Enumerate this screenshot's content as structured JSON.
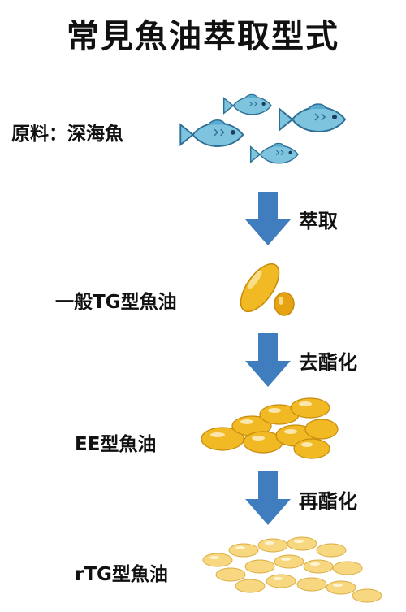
{
  "title": "常見魚油萃取型式",
  "raw_material": {
    "label": "原料：深海魚"
  },
  "steps": [
    {
      "label": "萃取"
    },
    {
      "label": "去酯化"
    },
    {
      "label": "再酯化"
    }
  ],
  "products": [
    {
      "label": "一般TG型魚油"
    },
    {
      "label": "EE型魚油"
    },
    {
      "label": "rTG型魚油"
    }
  ],
  "colors": {
    "arrow": "#3f7dbe",
    "fish": "#7fc4de",
    "capsule": "#f1b924"
  },
  "icons": {
    "fish": "fish-icon",
    "capsule": "capsule-icon",
    "arrow": "arrow-down-icon"
  }
}
